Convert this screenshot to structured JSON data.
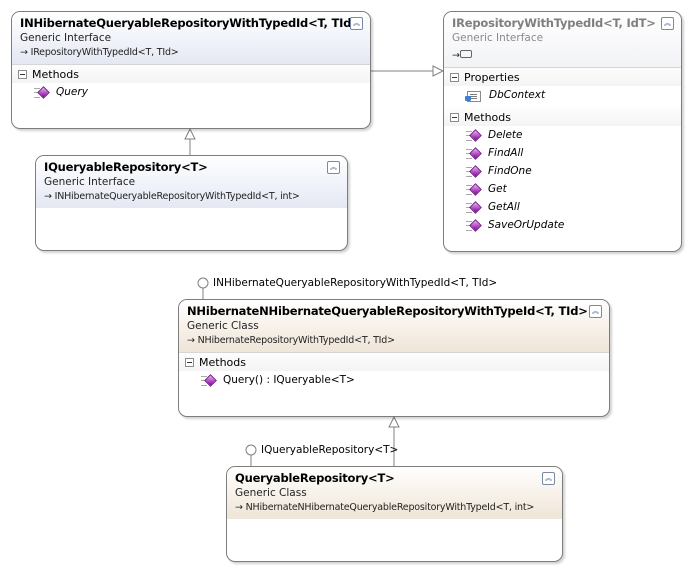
{
  "boxes": {
    "inh": {
      "title": "INHibernateQueryableRepositoryWithTypedId<T, TId>",
      "stereotype": "Generic Interface",
      "inherits": "IRepositoryWithTypedId<T, TId>",
      "methods_label": "Methods",
      "methods": [
        "Query"
      ]
    },
    "irepo": {
      "title": "IRepositoryWithTypedId<T, IdT>",
      "stereotype": "Generic Interface",
      "properties_label": "Properties",
      "properties": [
        "DbContext"
      ],
      "methods_label": "Methods",
      "methods": [
        "Delete",
        "FindAll",
        "FindOne",
        "Get",
        "GetAll",
        "SaveOrUpdate"
      ]
    },
    "iqr": {
      "title": "IQueryableRepository<T>",
      "stereotype": "Generic Interface",
      "inherits": "INHibernateQueryableRepositoryWithTypedId<T, int>"
    },
    "nnh": {
      "title": "NHibernateNHibernateQueryableRepositoryWithTypeId<T, TId>",
      "stereotype": "Generic Class",
      "inherits": "NHibernateRepositoryWithTypedId<T, TId>",
      "methods_label": "Methods",
      "methods": [
        "Query() : IQueryable<T>"
      ],
      "lollipop": "INHibernateQueryableRepositoryWithTypedId<T, TId>"
    },
    "qr": {
      "title": "QueryableRepository<T>",
      "stereotype": "Generic Class",
      "inherits": "NHibernateNHibernateQueryableRepositoryWithTypeId<T, int>",
      "lollipop": "IQueryableRepository<T>"
    }
  },
  "icons": {
    "collapse": "chevron-up-icon",
    "member": "method-icon",
    "property": "property-icon",
    "inheritance": "arrow-icon",
    "abstract": "abstract-badge-icon"
  },
  "colors": {
    "interface_header": "#e4e8f2",
    "class_header": "#efe5d8",
    "border": "#7d7d7d",
    "connector": "#808080"
  }
}
